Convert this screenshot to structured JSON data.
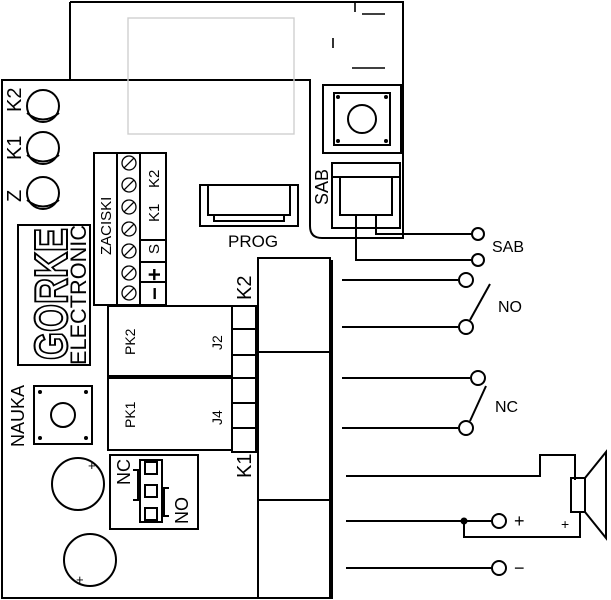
{
  "board": {
    "brand": "GORKE",
    "brand_sub": "ELECTRONIC",
    "led_labels": [
      "K2",
      "K1",
      "Z"
    ],
    "terminal_title": "ZACISKI",
    "terminal_row_k2": "K2",
    "terminal_row_k1": "K1",
    "terminal_row_s": "S",
    "terminal_row_plus": "+",
    "terminal_row_minus": "−",
    "prog_label": "PROG",
    "sab_label": "SAB",
    "relay_1": "PK2",
    "relay_2": "PK1",
    "jumper_1": "J2",
    "jumper_2": "J4",
    "relay_k2": "K2",
    "relay_k1": "K1",
    "nauka_label": "NAUKA",
    "nc_jumper_label": "NC",
    "no_jumper_label": "NO",
    "cap_plus": "+"
  },
  "wiring": {
    "sab": "SAB",
    "no": "NO",
    "nc": "NC",
    "plus": "+",
    "minus": "−",
    "speaker_plus": "+"
  }
}
